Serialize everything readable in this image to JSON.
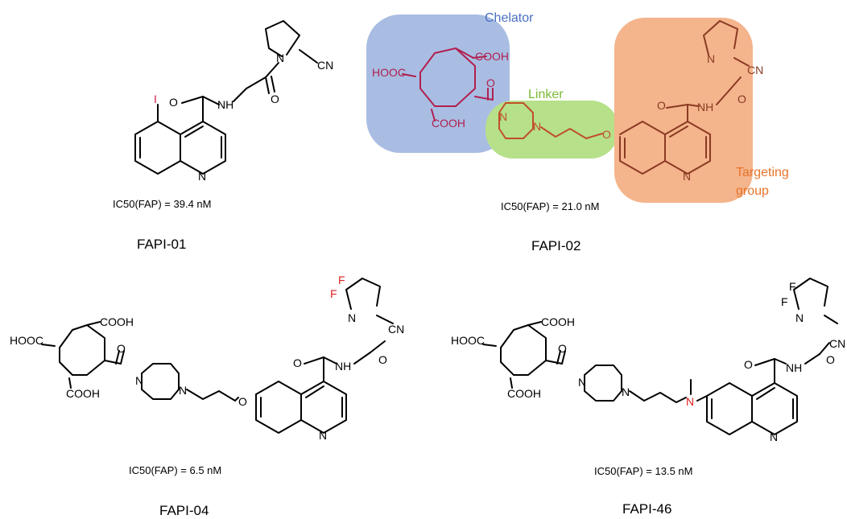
{
  "compounds": [
    {
      "name": "FAPI-01",
      "ic50": "IC50(FAP) = 39.4 nM"
    },
    {
      "name": "FAPI-02",
      "ic50": "IC50(FAP) = 21.0 nM"
    },
    {
      "name": "FAPI-04",
      "ic50": "IC50(FAP) = 6.5 nM"
    },
    {
      "name": "FAPI-46",
      "ic50": "IC50(FAP) =  13.5 nM"
    }
  ],
  "regions": {
    "chelator": "Chelator",
    "linker": "Linker",
    "targeting_line1": "Targeting",
    "targeting_line2": "group"
  },
  "atoms": {
    "N": "N",
    "O": "O",
    "F": "F",
    "I": "I",
    "CN": "CN",
    "COOH": "COOH",
    "HOOC": "HOOC"
  },
  "colors": {
    "chelator_region": "#a9bde3",
    "linker_region": "#b6e08a",
    "targeting_region": "#f4b48c",
    "chelator_text": "#4a6fc0",
    "linker_text": "#7ab834",
    "targeting_text": "#e8742a",
    "iodine": "#d61a4a",
    "fluorine": "#e01f1f"
  }
}
